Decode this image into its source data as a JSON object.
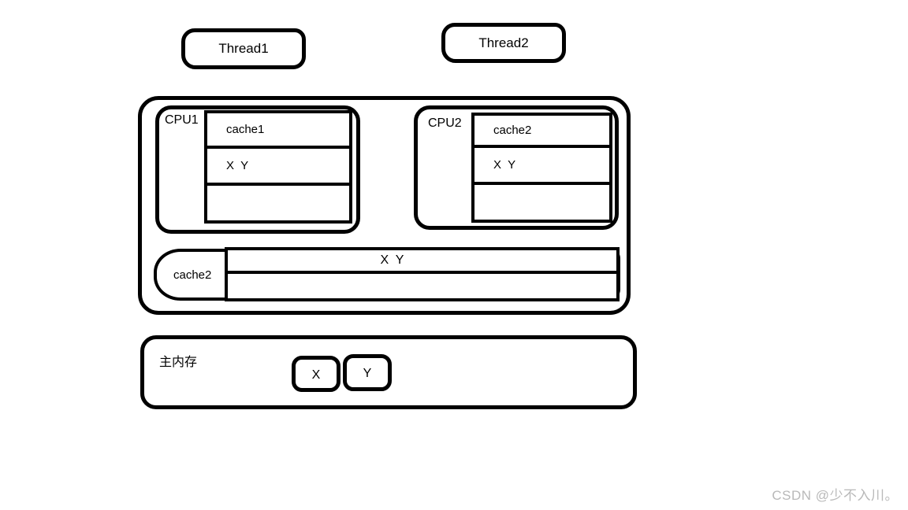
{
  "page": {
    "background": "#ffffff",
    "stroke_color": "#000000",
    "watermark": {
      "text": "CSDN @少不入川。",
      "color": "#b9b9b9"
    }
  },
  "threads": [
    {
      "label": "Thread1"
    },
    {
      "label": "Thread2"
    }
  ],
  "cpus": [
    {
      "label": "CPU1",
      "cache": {
        "rows": [
          "cache1",
          "X  Y",
          ""
        ]
      }
    },
    {
      "label": "CPU2",
      "cache": {
        "rows": [
          "cache2",
          "X  Y",
          ""
        ]
      }
    }
  ],
  "shared_cache": {
    "label": "cache2",
    "rows": [
      "X  Y",
      ""
    ]
  },
  "main_memory": {
    "label": "主内存",
    "cells": [
      "X",
      "Y"
    ]
  }
}
